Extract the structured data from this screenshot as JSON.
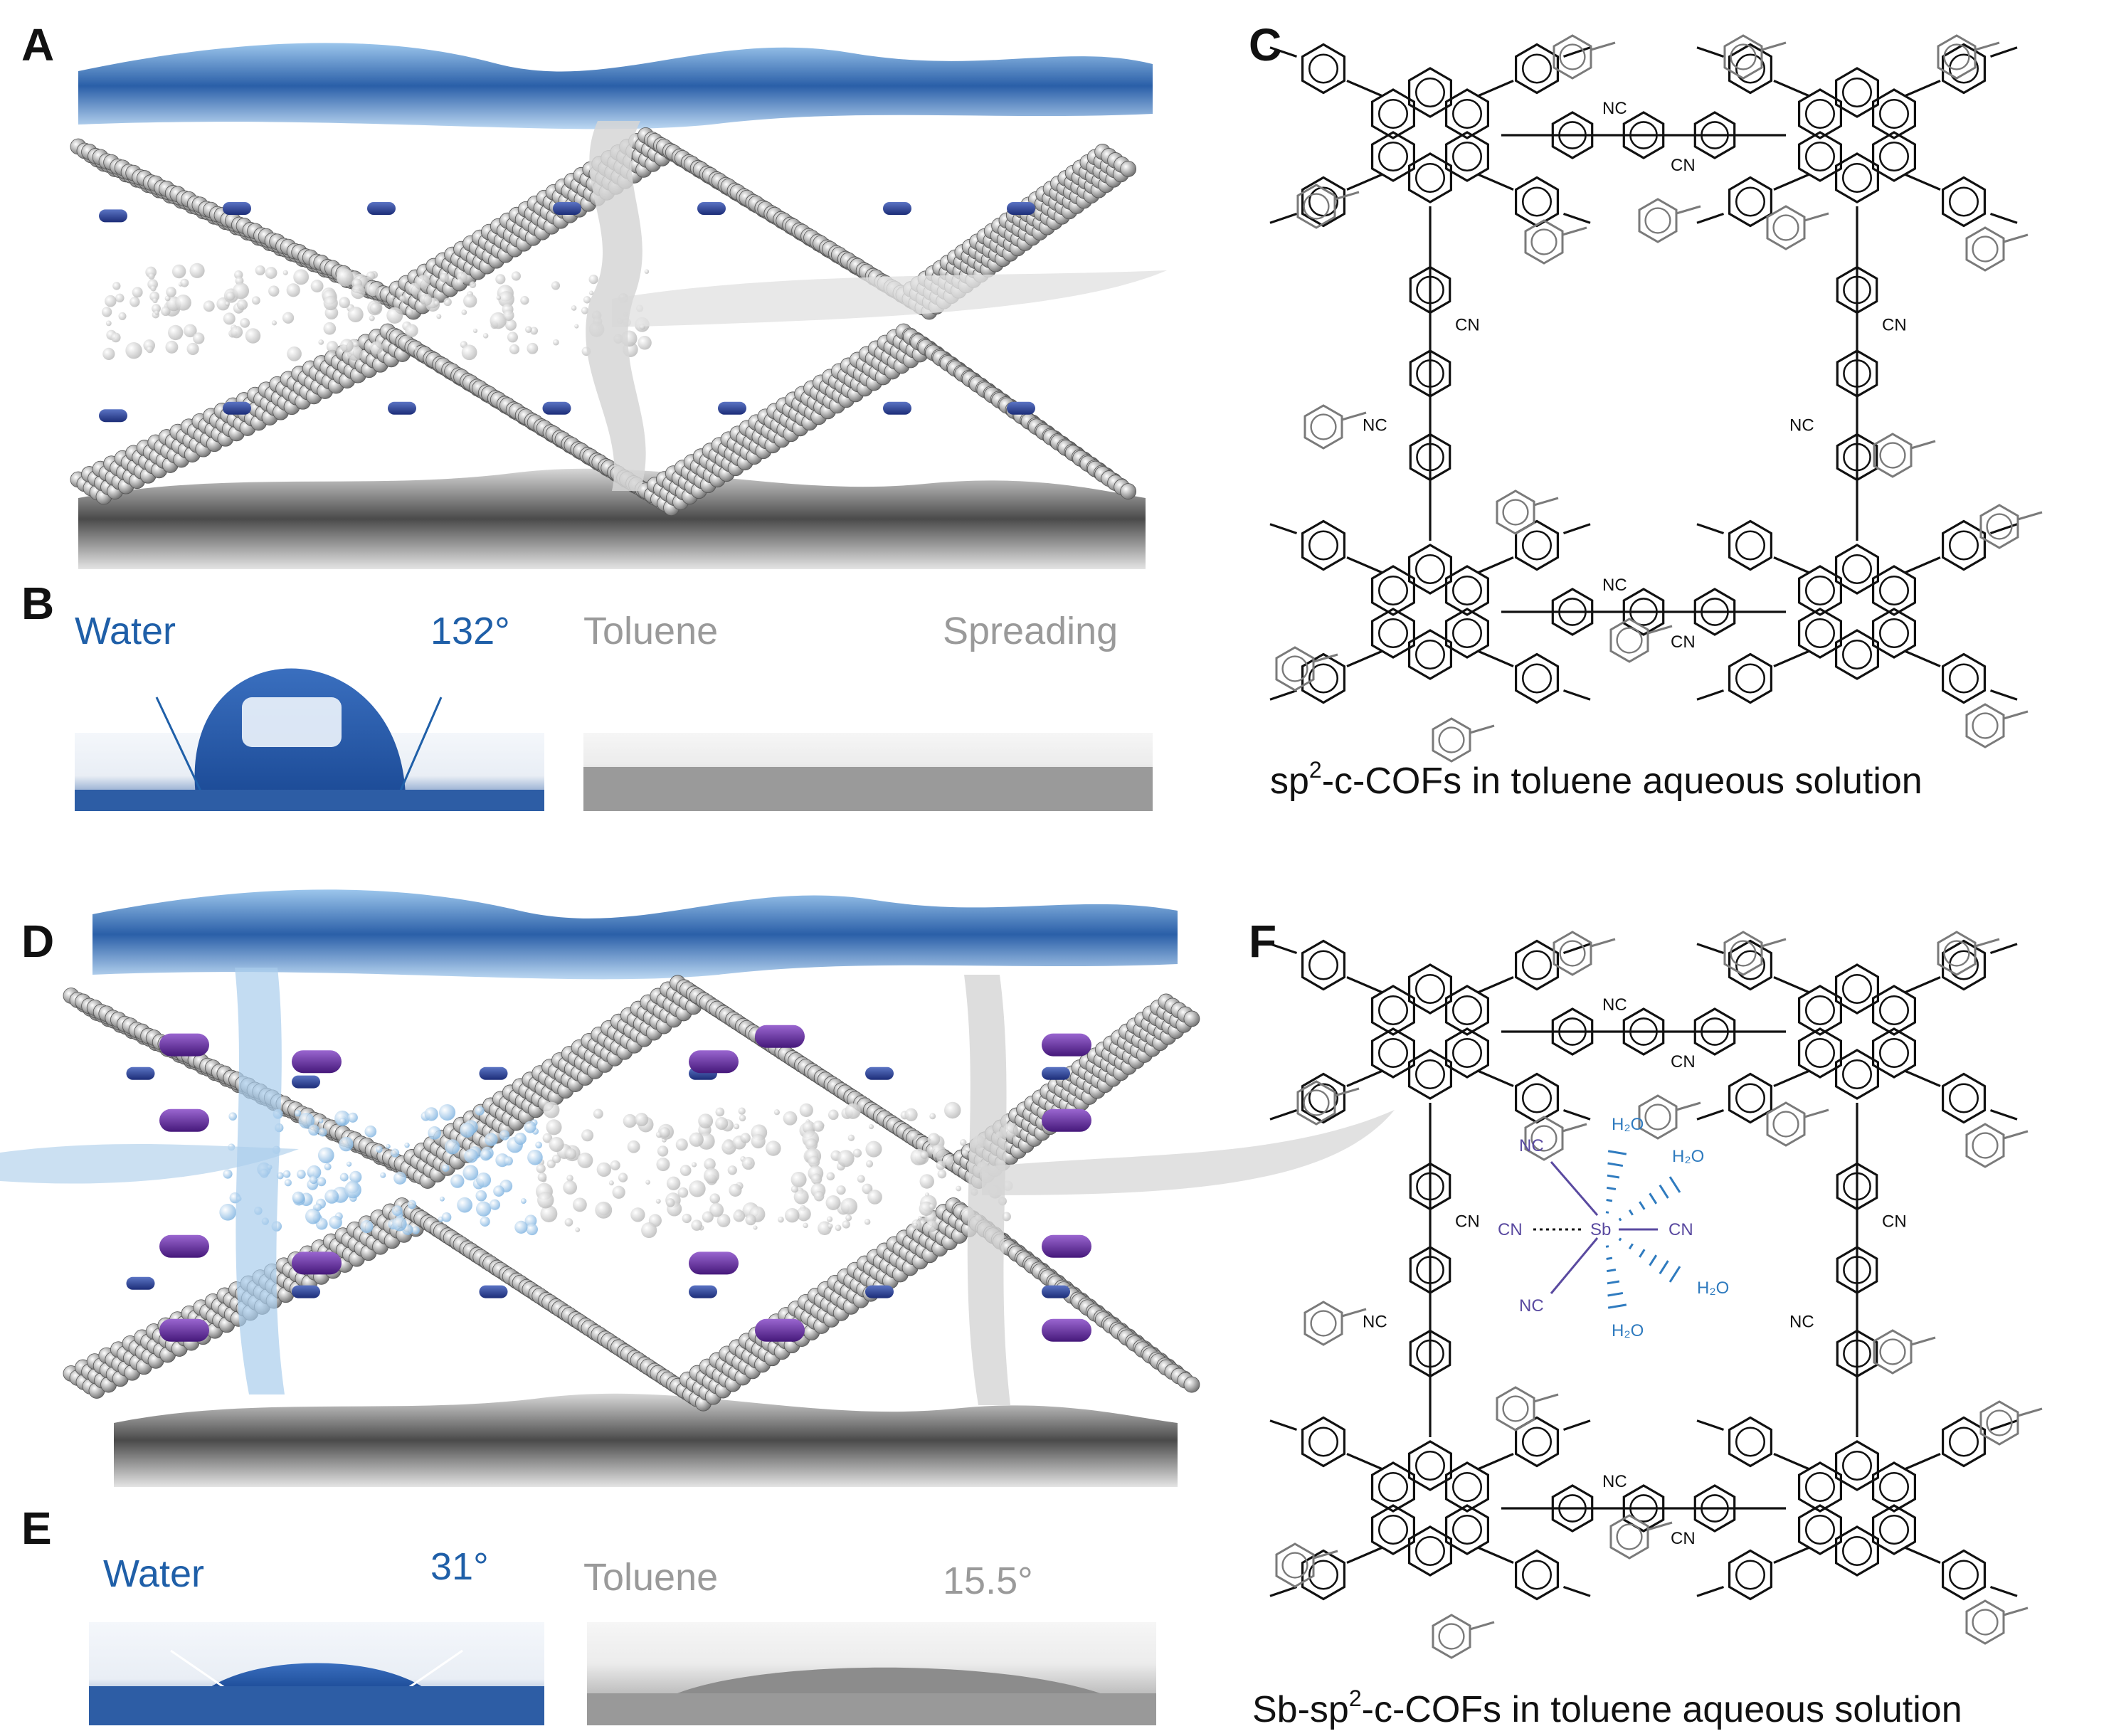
{
  "panels": {
    "A": {
      "letter": "A"
    },
    "B": {
      "letter": "B",
      "water_label": "Water",
      "water_angle": "132°",
      "toluene_label": "Toluene",
      "toluene_result": "Spreading"
    },
    "C": {
      "letter": "C",
      "caption_pre": "sp",
      "caption_sup": "2",
      "caption_post": "-c-COFs in toluene aqueous solution"
    },
    "D": {
      "letter": "D"
    },
    "E": {
      "letter": "E",
      "water_label": "Water",
      "water_angle": "31°",
      "toluene_label": "Toluene",
      "toluene_angle": "15.5°"
    },
    "F": {
      "letter": "F",
      "caption_pre": "Sb-sp",
      "caption_sup": "2",
      "caption_post": "-c-COFs in toluene aqueous solution"
    }
  },
  "chem_labels": {
    "nc": "NC",
    "cn": "CN",
    "sb": "Sb",
    "h2o": "H₂O"
  },
  "colors": {
    "water_blue": "#1f5fa8",
    "toluene_grey": "#9a9a9a",
    "atom_grey": "#8a8a8a",
    "nitrogen_blue": "#243a8c",
    "antimony_purple": "#5b2a91",
    "h2o_blue": "#2f7bbf"
  }
}
